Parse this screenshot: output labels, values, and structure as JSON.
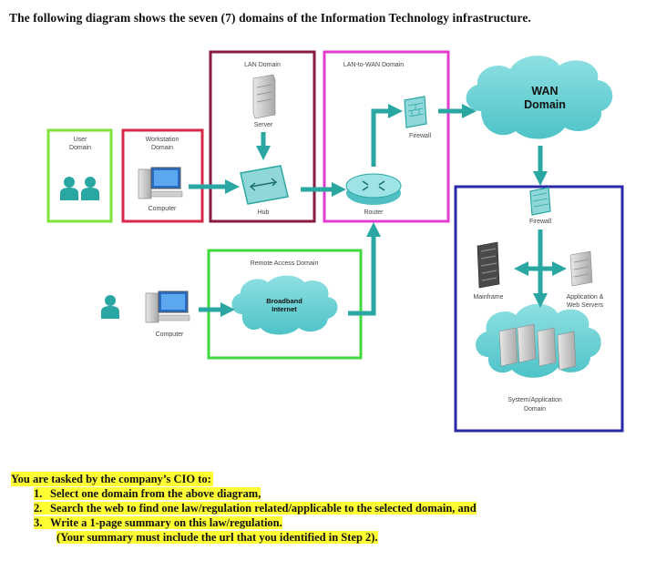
{
  "title": "The following diagram shows the seven (7) domains of the Information Technology infrastructure.",
  "domains": {
    "user": "User Domain",
    "workstation": "Workstation Domain",
    "lan": "LAN Domain",
    "lan_to_wan": "LAN-to-WAN Domain",
    "wan": "WAN Domain",
    "remote_access": "Remote Access Domain",
    "system_application": "System/Application Domain"
  },
  "device_labels": {
    "computer": "Computer",
    "server": "Server",
    "hub": "Hub",
    "router": "Router",
    "firewall": "Firewall",
    "firewall2": "Firewall",
    "mainframe": "Mainframe",
    "app_servers": "Application & Web Servers",
    "remote_computer": "Computer",
    "broadband": "Broadband Internet"
  },
  "colors": {
    "arrow": "#2aa7a3",
    "cloud": "#6cd4d7",
    "user_border": "#7ee33c",
    "workstation_border": "#d8284a",
    "lan_border": "#8a1a3c",
    "lan_to_wan_border": "#e23dd0",
    "remote_border": "#3fd83f",
    "system_border": "#2a2aa8",
    "highlight": "#ffff33"
  },
  "task": {
    "intro": "You are tasked by the company’s CIO to:",
    "items": [
      {
        "num": "1.",
        "text": "Select one domain from the above diagram,"
      },
      {
        "num": "2.",
        "text": "Search the web to find one law/regulation related/applicable to the selected domain, and"
      },
      {
        "num": "3.",
        "text": "Write a 1-page summary on this law/regulation."
      }
    ],
    "note": "(Your summary must include the url that you identified in Step 2)."
  }
}
